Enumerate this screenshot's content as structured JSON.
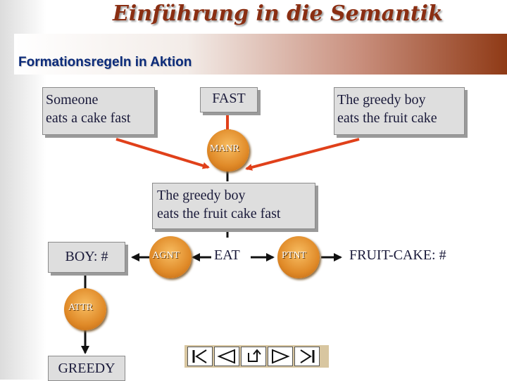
{
  "header": {
    "script_title": "Einführung in die Semantik"
  },
  "slide": {
    "title": "Formationsregeln in Aktion"
  },
  "diagram": {
    "box_someone": {
      "line1": "Someone",
      "line2": "eats a cake fast"
    },
    "box_fast": "FAST",
    "box_greedy_boy": {
      "line1": "The greedy boy",
      "line2": "eats the fruit cake"
    },
    "node_manr": "MANR",
    "box_result": {
      "line1": "The greedy boy",
      "line2": "eats the fruit cake fast"
    },
    "concept_boy": "BOY: #",
    "node_agnt": "AGNT",
    "concept_eat": "EAT",
    "node_ptnt": "PTNT",
    "concept_fruit_cake": "FRUIT-CAKE: #",
    "node_attr": "ATTR",
    "concept_greedy": "GREEDY"
  },
  "nav": {
    "buttons": [
      "first-icon",
      "previous-icon",
      "return-icon",
      "next-icon",
      "last-icon"
    ]
  },
  "colors": {
    "arrow_red": "#e0401a",
    "node_orange": "#e08a28",
    "title_blue": "#0c2b7a",
    "script_red": "#8a2e12"
  }
}
